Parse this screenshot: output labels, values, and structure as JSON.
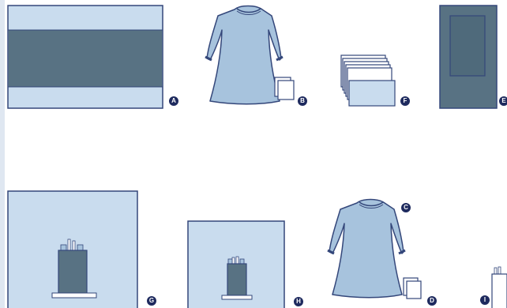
{
  "colors": {
    "outline": "#34477a",
    "light_blue": "#c9dcee",
    "mid_blue": "#a7c3dd",
    "dark_slate": "#587283",
    "paper": "#ffffff",
    "badge_bg": "#1e2a5e"
  },
  "items": [
    {
      "key": "A",
      "label": "A",
      "icon": "drape-with-band-icon"
    },
    {
      "key": "B",
      "label": "B",
      "icon": "surgical-gown-icon"
    },
    {
      "key": "F",
      "label": "F",
      "icon": "towel-stack-icon"
    },
    {
      "key": "E",
      "label": "E",
      "icon": "fenestrated-drape-icon"
    },
    {
      "key": "G",
      "label": "G",
      "icon": "drape-with-pouch-large-icon"
    },
    {
      "key": "H",
      "label": "H",
      "icon": "drape-with-pouch-small-icon"
    },
    {
      "key": "C",
      "label": "C",
      "icon": "surgical-gown-icon"
    },
    {
      "key": "D",
      "label": "D",
      "icon": "paper-towels-icon"
    },
    {
      "key": "I",
      "label": "I",
      "icon": "pouch-icon"
    }
  ]
}
